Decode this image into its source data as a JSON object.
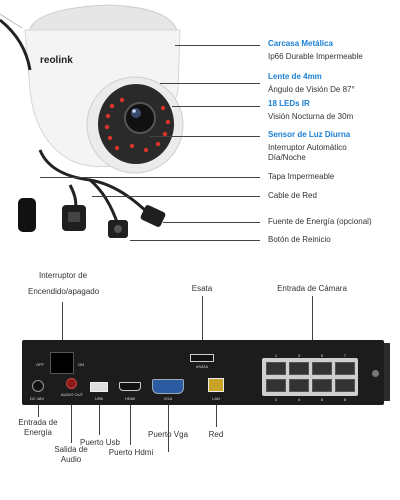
{
  "camera": {
    "brand": "reolink",
    "callouts": [
      {
        "title": "Carcasa Metálica",
        "desc": "Ip66 Durable Impermeable"
      },
      {
        "title": "Lente de 4mm",
        "desc": "Ángulo de Visión De 87°"
      },
      {
        "title": "18 LEDs IR",
        "desc": "Visión Nocturna de 30m"
      },
      {
        "title": "Sensor de Luz Diurna",
        "desc": "Interruptor Automático Día/Noche"
      }
    ],
    "cable_labels": [
      "Tapa Impermeable",
      "Cable de Red",
      "Fuente de Energía (opcional)",
      "Botón de Reinicio"
    ]
  },
  "nvr": {
    "top_labels": {
      "power_switch": "Interruptor de Encendido/apagado",
      "esata": "Esata",
      "camera_input": "Entrada de Cámara"
    },
    "bottom_labels": {
      "power_input": "Entrada de Energía",
      "audio_out": "Salida de Audio",
      "usb": "Puerto Usb",
      "hdmi": "Puerto Hdmi",
      "vga": "Puerto Vga",
      "lan": "Red"
    },
    "panel_text": {
      "off": "OFF",
      "on": "ON",
      "dc": "DC 48V",
      "audio": "AUDIO OUT",
      "usb": "USB",
      "hdmi": "HDMI",
      "vga": "VGA",
      "lan": "LAN",
      "esata": "eSATA",
      "poe_top": [
        "1",
        "3",
        "5",
        "7"
      ],
      "poe_bottom": [
        "2",
        "4",
        "6",
        "8"
      ]
    }
  },
  "colors": {
    "accent": "#1a7fd4",
    "panel": "#1c1c1c",
    "camera_body": "#f2f2f2"
  }
}
